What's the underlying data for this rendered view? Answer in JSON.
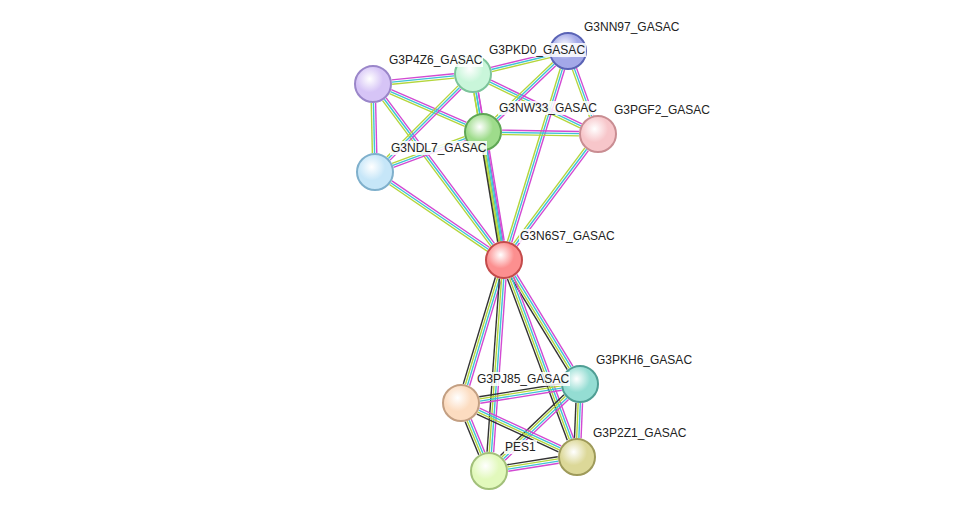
{
  "diagram": {
    "nodes": [
      {
        "text": [
          "G3NN97_GASAC"
        ]
      },
      {
        "text": [
          "G3PKD0_GASAC"
        ]
      },
      {
        "text": [
          "G3P4Z6_GASAC"
        ]
      },
      {
        "text": [
          "G3NW33_GASAC"
        ]
      },
      {
        "text": [
          "G3PGF2_GASAC"
        ]
      },
      {
        "text": [
          "G3NDL7_GASAC"
        ]
      },
      {
        "text": [
          "G3N6S7_GASAC"
        ]
      },
      {
        "text": [
          "G3PKH6_GASAC"
        ]
      },
      {
        "text": [
          "G3PJ85_GASAC"
        ]
      },
      {
        "text": [
          "G3P2Z1_GASAC"
        ]
      },
      {
        "text": [
          "PES1"
        ]
      }
    ],
    "edges": [
      {
        "from": 2,
        "to": 1,
        "arrow": "none"
      },
      {
        "from": 2,
        "to": 3,
        "arrow": "none"
      },
      {
        "from": 2,
        "to": 5,
        "arrow": "none"
      },
      {
        "from": 2,
        "to": 6,
        "arrow": "none"
      },
      {
        "from": 1,
        "to": 0,
        "arrow": "none"
      },
      {
        "from": 1,
        "to": 3,
        "arrow": "none"
      },
      {
        "from": 1,
        "to": 5,
        "arrow": "none"
      },
      {
        "from": 1,
        "to": 4,
        "arrow": "none"
      },
      {
        "from": 1,
        "to": 6,
        "arrow": "none"
      },
      {
        "from": 0,
        "to": 3,
        "arrow": "none"
      },
      {
        "from": 0,
        "to": 4,
        "arrow": "none"
      },
      {
        "from": 0,
        "to": 6,
        "arrow": "none"
      },
      {
        "from": 3,
        "to": 4,
        "arrow": "none"
      },
      {
        "from": 3,
        "to": 5,
        "arrow": "none"
      },
      {
        "from": 3,
        "to": 6,
        "arrow": "none"
      },
      {
        "from": 4,
        "to": 6,
        "arrow": "none"
      },
      {
        "from": 5,
        "to": 6,
        "arrow": "none"
      },
      {
        "from": 6,
        "to": 7,
        "arrow": "none"
      },
      {
        "from": 6,
        "to": 8,
        "arrow": "none"
      },
      {
        "from": 6,
        "to": 9,
        "arrow": "none"
      },
      {
        "from": 6,
        "to": 10,
        "arrow": "none"
      },
      {
        "from": 7,
        "to": 8,
        "arrow": "none"
      },
      {
        "from": 7,
        "to": 9,
        "arrow": "none"
      },
      {
        "from": 7,
        "to": 10,
        "arrow": "none"
      },
      {
        "from": 8,
        "to": 9,
        "arrow": "none"
      },
      {
        "from": 8,
        "to": 10,
        "arrow": "none"
      },
      {
        "from": 9,
        "to": 10,
        "arrow": "none"
      }
    ]
  }
}
